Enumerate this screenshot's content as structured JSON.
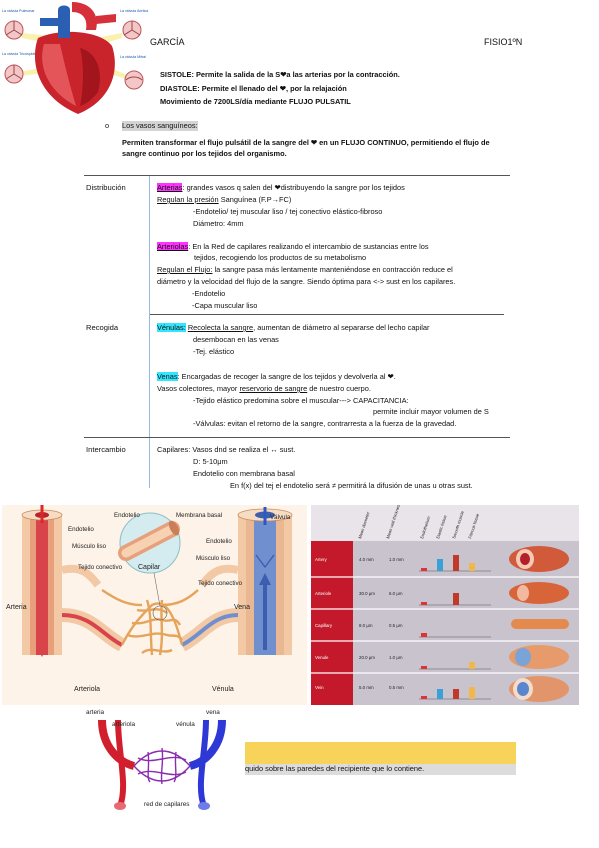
{
  "header": {
    "name": "GARCÍA",
    "course": "FISIO1ºN"
  },
  "heart_fig": {
    "labels": [
      "La válvula Pulmonar",
      "La válvula Aórtica",
      "La válvula Tricúspide",
      "La válvula Mitral"
    ]
  },
  "intro": {
    "sistole": "SISTOLE: Permite la salida de la S❤a las arterias por la contracción.",
    "diastole": "DIASTOLE: Permite el llenado del ❤, por la relajación",
    "movimiento": "Movimiento de 7200LS/día mediante FLUJO PULSATIL"
  },
  "section": {
    "bullet": "o",
    "title": "Los vasos sanguíneos:",
    "para_line1": "Permiten transformar el flujo pulsátil de la sangre del ❤ en un FLUJO CONTINUO, permitiendo el flujo de",
    "para_line2": "sangre continuo por los tejidos del organismo."
  },
  "distribucion": {
    "label": "Distribución",
    "arterias_term": "Arterias",
    "arterias_text": ": grandes vasos q salen del ❤distribuyendo la sangre por los tejidos",
    "regulan_presion": "Regulan la presión",
    "regulan_presion_rest": " Sanguínea (F.P→FC)",
    "endotelio1": "-Endotelio/ tej muscular liso / tej conectivo elástico-fibroso",
    "diametro1": "Diámetro: 4mm",
    "arteriolas_term": "Arteriolas",
    "arteriolas_text": ": En la Red de capilares realizando el intercambio de sustancias entre los",
    "arteriolas_text2": "tejidos, recogiendo los productos de su metabolismo",
    "regulan_flujo": "Regulan el Flujo:",
    "regulan_flujo_rest": " la sangre pasa más lentamente manteniéndose en contracción reduce el",
    "flujo_line2": "diámetro y la velocidad del flujo de la sangre. Siendo óptima para <-> sust en los capilares.",
    "endotelio2": "-Endotelio",
    "capa_muscular": "-Capa muscular liso"
  },
  "recogida": {
    "label": "Recogida",
    "venulas_term": "Vénulas:",
    "venulas_u": "Recolecta la sangre",
    "venulas_text": ", aumentan de diámetro al separarse del lecho capilar",
    "venulas_text2": "desembocan en las venas",
    "tej_elastico": "-Tej. elástico",
    "venas_term": "Venas",
    "venas_text": ": Encargadas de recoger la sangre de los tejidos y devolverla al ❤.",
    "vasos_colectores": "Vasos colectores, mayor ",
    "reservorio": "reservorio de sangre",
    "vasos_rest": " de nuestro cuerpo.",
    "tejido_elastico": "-Tejido elástico predomina sobre el muscular---> CAPACITANCIA:",
    "permite_incluir": "permite incluir mayor volumen de S",
    "valvulas": "-Válvulas: evitan el retorno de la sangre, contrarresta a la fuerza de la gravedad."
  },
  "intercambio": {
    "label": "Intercambio",
    "capilares": "Capilares: Vasos dnd se realiza el ↔ sust.",
    "diametro": "D: 5-10μm",
    "endotelio": "Endotelio con membrana basal",
    "funcion": "En f(x) del tej el endotelio será ≠ permitirá la difusión de unas u otras sust."
  },
  "vessels_fig": {
    "labels": [
      "Endotelio",
      "Músculo liso",
      "Tejido conectivo",
      "Arteria",
      "Arteriola",
      "Endotelio",
      "Membrana basal",
      "Capilar",
      "Endotelio",
      "Músculo liso",
      "Tejido conectivo",
      "Válvula",
      "Vena",
      "Vénula"
    ]
  },
  "table_fig": {
    "headers": [
      "Mean diameter",
      "Mean wall thickness",
      "Endothelium",
      "Elastic tissue",
      "Smooth muscle",
      "Fibrous tissue"
    ],
    "rows": [
      {
        "name": "Artery",
        "diameter": "4.0 mm",
        "wall": "1.0 mm"
      },
      {
        "name": "Arteriole",
        "diameter": "30.0 μm",
        "wall": "6.0 μm"
      },
      {
        "name": "Capillary",
        "diameter": "8.0 μm",
        "wall": "0.5 μm"
      },
      {
        "name": "Venule",
        "diameter": "20.0 μm",
        "wall": "1.0 μm"
      },
      {
        "name": "Vein",
        "diameter": "5.0 mm",
        "wall": "0.5 mm"
      }
    ]
  },
  "network_fig": {
    "labels": [
      "arteria",
      "arteriola",
      "vénula",
      "vena",
      "red de capilares"
    ]
  },
  "footer": {
    "fragment": "quido sobre las paredes del recipiente que lo contiene."
  }
}
